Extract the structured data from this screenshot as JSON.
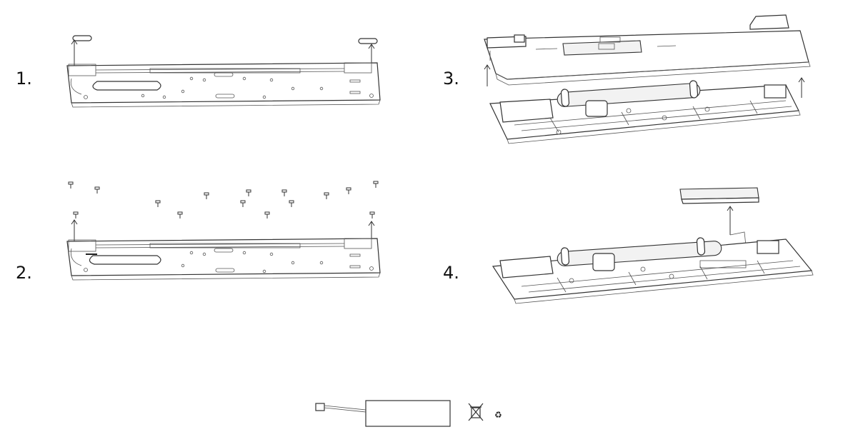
{
  "steps": [
    {
      "label": "1."
    },
    {
      "label": "2."
    },
    {
      "label": "3."
    },
    {
      "label": "4."
    }
  ],
  "icons": {
    "weee": "crossed-out-bin-icon",
    "recycle": "recycle-icon"
  },
  "battery_symbol": {
    "recycle_glyph": "♻"
  }
}
